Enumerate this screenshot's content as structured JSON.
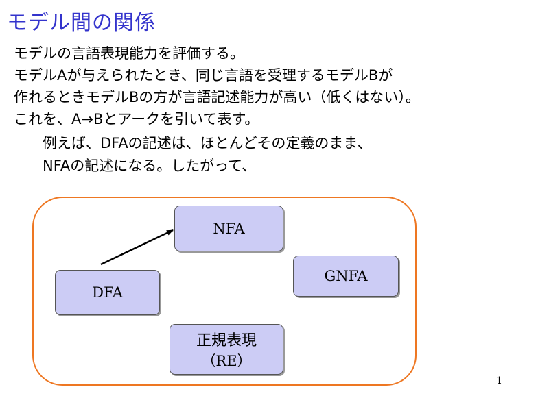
{
  "slide": {
    "title": "モデル間の関係",
    "lines": [
      "モデルの言語表現能力を評価する。",
      "モデルAが与えられたとき、同じ言語を受理するモデルBが",
      "作れるときモデルBの方が言語記述能力が高い（低くはない）。",
      "これを、A→Bとアークを引いて表す。"
    ],
    "sub_lines": [
      "例えば、DFAの記述は、ほとんどその定義のまま、",
      "NFAの記述になる。したがって、"
    ],
    "page_number": "1"
  },
  "diagram": {
    "nodes": {
      "nfa": "NFA",
      "dfa": "DFA",
      "gnfa": "GNFA",
      "re_label": "正規表現",
      "re_abbr": "（RE）"
    },
    "arrow": {
      "from": "DFA",
      "to": "NFA"
    },
    "colors": {
      "title": "#3333cc",
      "node_fill": "#ccccf5",
      "frame": "#ee7722"
    }
  }
}
